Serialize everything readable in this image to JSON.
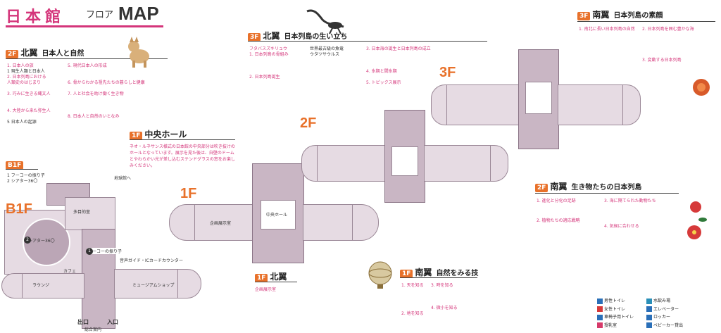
{
  "header": {
    "title": "日本館",
    "subtitle": "フロア",
    "map_word": "MAP"
  },
  "kita_2f": {
    "badge": "2F",
    "name": "北翼",
    "theme": "日本人と自然",
    "col1": [
      "1. 日本人の旅",
      "1 現生人類と日本人",
      "2. 日本列島における",
      "人類史のはじまり",
      "3. 巧みに生きる縄文人",
      "4. 大陸から来た弥生人",
      "5 日本人の起源"
    ],
    "col2": [
      "5. 現代日本人の形成",
      "6. 骨からわかる祖先たちの暮らしと健康",
      "7. 人と社会を助け働く生き物",
      "8. 日本人と自然のいとなみ"
    ]
  },
  "hall_1f": {
    "badge": "1F",
    "name": "中央ホール",
    "desc": "ネオ・ルネサンス様式の日本館の中央部分は吹き抜けのホールとなっています。展示を見た後は、白壁のドームとやわらかい光が差し込むステンドグラスの窓をお楽しみください。"
  },
  "b1f": {
    "badge": "B1F",
    "items": [
      "1 フーコーの振り子",
      "2 シアター36〇"
    ],
    "big": "B1F",
    "theater": "シアター36〇",
    "multi": "多目的室",
    "cafe": "カフェ",
    "lounge": "ラウンジ",
    "shop": "ミュージアムショップ",
    "guide": "音声ガイド・ICカードカウンター",
    "foucault": "フーコーの振り子",
    "exit": "出口",
    "entrance": "入口",
    "info": "総合案内",
    "tunnel": "地球館へ"
  },
  "f1": {
    "big": "1F",
    "kiten": "企画展示室",
    "hall": "中央ホール"
  },
  "kita_1f": {
    "badge": "1F",
    "name": "北翼",
    "room": "企画展示室"
  },
  "minami_1f": {
    "badge": "1F",
    "name": "南翼",
    "theme": "自然をみる技",
    "col1": [
      "1. 天を知る",
      "2. 地を知る"
    ],
    "col2": [
      "3. 時を知る",
      "4. 微小を知る"
    ]
  },
  "kita_3f": {
    "badge": "3F",
    "name": "北翼",
    "theme": "日本列島の生い立ち",
    "col1": [
      "フタバスズキリュウ",
      "1. 日本列島の骨組み",
      "2. 日本列島誕生"
    ],
    "col2": [
      "世界最古級の魚竜",
      "ウタツサウルス"
    ],
    "col3": [
      "3. 日本海の誕生と日本列島の成立",
      "4. 氷期と間氷期",
      "5. トピックス展示"
    ]
  },
  "minami_3f": {
    "badge": "3F",
    "name": "南翼",
    "theme": "日本列島の素顔",
    "col1": [
      "1. 南北に長い日本列島の自然"
    ],
    "col2": [
      "2. 日本列島を囲む豊かな海",
      "3. 変動する日本列島"
    ]
  },
  "minami_2f": {
    "badge": "2F",
    "name": "南翼",
    "theme": "生き物たちの日本列島",
    "col1": [
      "1. 進化と分化の足跡",
      "2. 植物たちの適応戦略"
    ],
    "col2": [
      "3. 海に隔てられた動物たち",
      "4. 気候に合わせる"
    ]
  },
  "floors": {
    "f3": "3F",
    "f2": "2F"
  },
  "legend": [
    "男性トイレ",
    "女性トイレ",
    "車椅子用トイレ",
    "授乳室",
    "水飲み場",
    "エレベーター",
    "ロッカー",
    "ベビーカー貸出"
  ],
  "colors": {
    "accent": "#d4357a",
    "badge": "#e8712a",
    "building": "#c9b6c4"
  }
}
